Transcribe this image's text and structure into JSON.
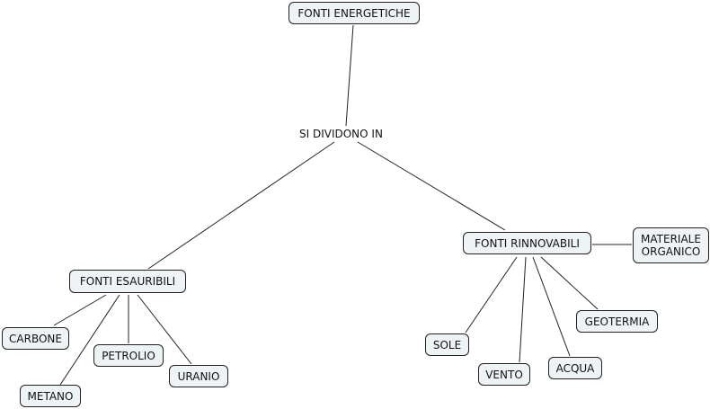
{
  "root": "FONTI ENERGETICHE",
  "linking_phrase": "SI DIVIDONO IN",
  "branches": {
    "esauribili": {
      "label": "FONTI ESAURIBILI",
      "children": [
        "CARBONE",
        "METANO",
        "PETROLIO",
        "URANIO"
      ]
    },
    "rinnovabili": {
      "label": "FONTI RINNOVABILI",
      "children": [
        "SOLE",
        "VENTO",
        "ACQUA",
        "GEOTERMIA"
      ],
      "side_child": {
        "line1": "MATERIALE",
        "line2": "ORGANICO"
      }
    }
  }
}
